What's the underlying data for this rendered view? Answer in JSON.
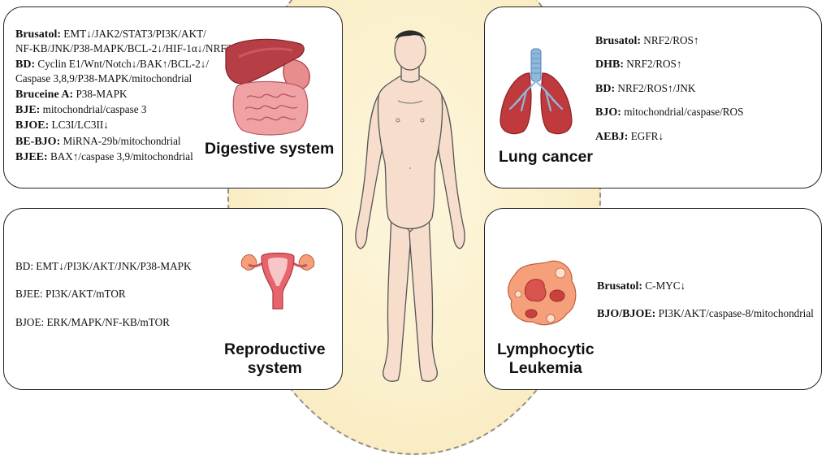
{
  "panels": {
    "digestive": {
      "label": "Digestive system",
      "entries": [
        {
          "name": "Brusatol:",
          "text": "EMT↓/JAK2/STAT3/PI3K/AKT/",
          "text2": "NF-KB/JNK/P38-MAPK/BCL-2↓/HIF-1α↓/NRF2↓"
        },
        {
          "name": "BD:",
          "text": "Cyclin E1/Wnt/Notch↓/BAK↑/BCL-2↓/",
          "text2": "Caspase 3,8,9/P38-MAPK/mitochondrial"
        },
        {
          "name": "Bruceine A:",
          "text": "P38-MAPK"
        },
        {
          "name": "BJE:",
          "text": "mitochondrial/caspase 3"
        },
        {
          "name": "BJOE:",
          "text": "LC3I/LC3II↓"
        },
        {
          "name": "BE-BJO:",
          "text": "MiRNA-29b/mitochondrial"
        },
        {
          "name": "BJEE:",
          "text": "BAX↑/caspase 3,9/mitochondrial"
        }
      ]
    },
    "lung": {
      "label": "Lung cancer",
      "entries": [
        {
          "name": "Brusatol:",
          "text": "NRF2/ROS↑"
        },
        {
          "name": "DHB:",
          "text": "NRF2/ROS↑"
        },
        {
          "name": "BD:",
          "text": "NRF2/ROS↑/JNK"
        },
        {
          "name": "BJO:",
          "text": "mitochondrial/caspase/ROS"
        },
        {
          "name": "AEBJ:",
          "text": "EGFR↓"
        }
      ]
    },
    "reproductive": {
      "label_line1": "Reproductive",
      "label_line2": "system",
      "entries": [
        {
          "text": "BD: EMT↓/PI3K/AKT/JNK/P38-MAPK"
        },
        {
          "text": "BJEE: PI3K/AKT/mTOR"
        },
        {
          "text": "BJOE: ERK/MAPK/NF-KB/mTOR"
        }
      ]
    },
    "lymphocytic": {
      "label_line1": "Lymphocytic",
      "label_line2": "Leukemia",
      "entries": [
        {
          "name": "Brusatol:",
          "text": "C-MYC↓"
        },
        {
          "name": "BJO/BJOE:",
          "text": "PI3K/AKT/caspase-8/mitochondrial"
        }
      ]
    }
  },
  "colors": {
    "organ_red": "#c9545a",
    "liver": "#b83e46",
    "intestine_pink": "#f0a1a3",
    "lung_red": "#c0393d",
    "trachea_blue": "#8fb8dd",
    "cell_orange": "#f5a07a",
    "skin": "#f6ddcc",
    "circle_bg": "#fbf0cc"
  },
  "icons": [
    "digestive-organs-icon",
    "lungs-icon",
    "uterus-icon",
    "leukemia-cells-icon",
    "human-body-figure"
  ]
}
